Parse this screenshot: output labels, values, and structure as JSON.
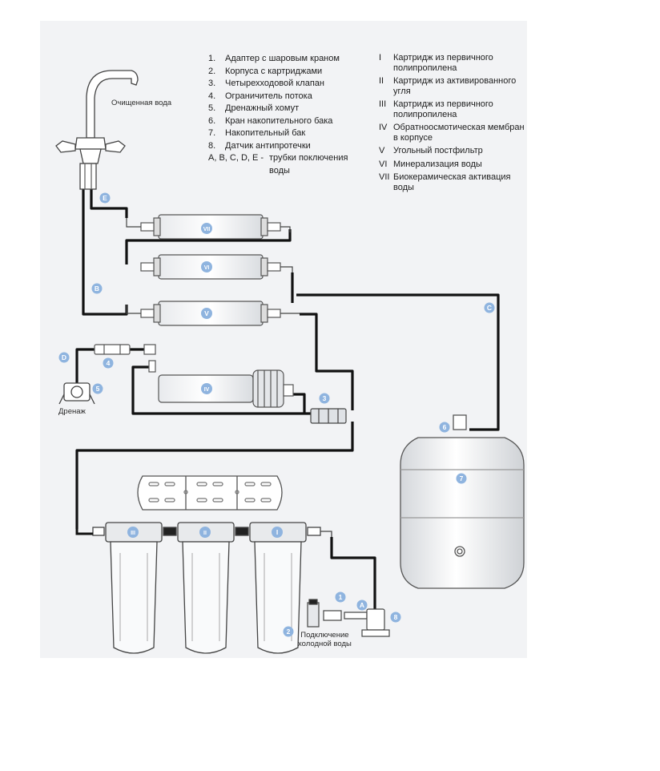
{
  "legend_numbers": [
    {
      "num": "1.",
      "text": "Адаптер с шаровым краном"
    },
    {
      "num": "2.",
      "text": "Корпуса с картриджами"
    },
    {
      "num": "3.",
      "text": "Четырехходовой клапан"
    },
    {
      "num": "4.",
      "text": "Ограничитель потока"
    },
    {
      "num": "5.",
      "text": "Дренажный хомут"
    },
    {
      "num": "6.",
      "text": "Кран накопительного бака"
    },
    {
      "num": "7.",
      "text": "Накопительный бак"
    },
    {
      "num": "8.",
      "text": "Датчик антипротечки"
    },
    {
      "num": "A, B, C, D, E -",
      "text": "трубки поключения\nводы"
    }
  ],
  "legend_roman": [
    {
      "num": "I",
      "text": "Картридж из первичного\nполипропилена"
    },
    {
      "num": "II",
      "text": "Картридж из активированного\nугля"
    },
    {
      "num": "III",
      "text": "Картридж из первичного\nполипропилена"
    },
    {
      "num": "IV",
      "text": "Обратноосмотическая мембран\nв корпусе"
    },
    {
      "num": "V",
      "text": "Угольный постфильтр"
    },
    {
      "num": "VI",
      "text": "Минерализация воды"
    },
    {
      "num": "VII",
      "text": "Биокерамическая активация\nводы"
    }
  ],
  "labels": {
    "purified_water": "Очищенная вода",
    "drainage": "Дренаж",
    "cold_water": "Подключение\nхолодной воды"
  },
  "markers": {
    "A": "A",
    "B": "B",
    "C": "C",
    "D": "D",
    "E": "E",
    "n1": "1",
    "n2": "2",
    "n3": "3",
    "n4": "4",
    "n5": "5",
    "n6": "6",
    "n7": "7",
    "n8": "8",
    "I": "I",
    "II": "II",
    "III": "III",
    "IV": "IV",
    "V": "V",
    "VI": "VI",
    "VII": "VII"
  },
  "colors": {
    "marker": "#8fb4df",
    "tube": "#111111",
    "panel": "#f2f3f5"
  }
}
